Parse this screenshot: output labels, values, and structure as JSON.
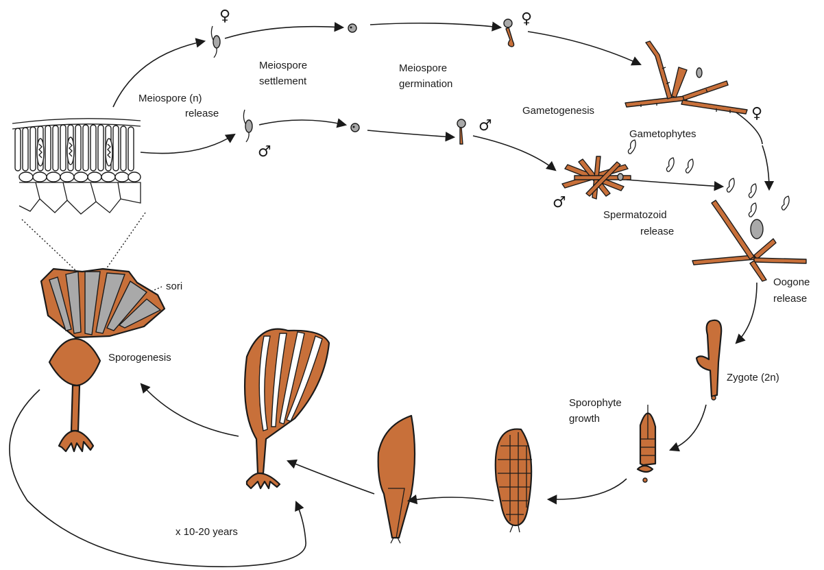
{
  "labels": {
    "meiospore_release_line1": "Meiospore (n)",
    "meiospore_release_line2": "release",
    "meiospore_settlement_line1": "Meiospore",
    "meiospore_settlement_line2": "settlement",
    "meiospore_germination_line1": "Meiospore",
    "meiospore_germination_line2": "germination",
    "gametogenesis": "Gametogenesis",
    "gametophytes": "Gametophytes",
    "spermatozoid_release_line1": "Spermatozoid",
    "spermatozoid_release_line2": "release",
    "oogone_release_line1": "Oogone",
    "oogone_release_line2": "release",
    "zygote": "Zygote (2n)",
    "sporophyte_growth_line1": "Sporophyte",
    "sporophyte_growth_line2": "growth",
    "sporogenesis": "Sporogenesis",
    "sori": "sori",
    "years": "x 10-20 years"
  },
  "symbols": {
    "female": "♀",
    "male": "♂"
  },
  "colors": {
    "tissue_brown": "#c8703a",
    "sorus_grey": "#a9a9a9",
    "outline": "#1a1a1a",
    "background": "#ffffff"
  }
}
